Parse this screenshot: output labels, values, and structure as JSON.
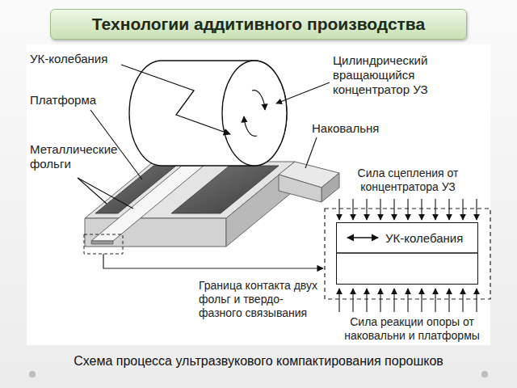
{
  "diagram": {
    "title": "Технологии аддитивного производства",
    "caption": "Схема процесса ультразвукового компактирования порошков",
    "nodes": [
      {
        "text": [
          "УК-колебания"
        ]
      }
    ],
    "labels": [
      "УК-колебания",
      "Платформа",
      "Металлические фольги",
      "Цилиндрический вращающийся концентратор УЗ",
      "Наковальня",
      "Сила сцепления от концентратора УЗ",
      "Граница контакта двух фольг и твердо-фазного связывания",
      "Сила реакции опоры от наковальни и платформы"
    ]
  }
}
